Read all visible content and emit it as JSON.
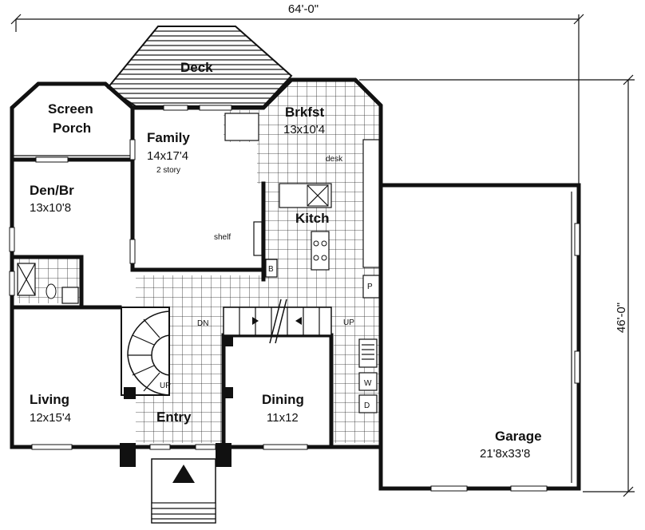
{
  "dimensions": {
    "width": "64'-0\"",
    "depth": "46'-0\""
  },
  "rooms": {
    "deck": {
      "name": "Deck"
    },
    "screen_porch": {
      "name_line1": "Screen",
      "name_line2": "Porch"
    },
    "family": {
      "name": "Family",
      "size": "14x17'4",
      "note": "2 story"
    },
    "brkfst": {
      "name": "Brkfst",
      "size": "13x10'4"
    },
    "den": {
      "name": "Den/Br",
      "size": "13x10'8"
    },
    "kitchen": {
      "name": "Kitch"
    },
    "living": {
      "name": "Living",
      "size": "12x15'4"
    },
    "entry": {
      "name": "Entry"
    },
    "dining": {
      "name": "Dining",
      "size": "11x12"
    },
    "garage": {
      "name": "Garage",
      "size": "21'8x33'8"
    }
  },
  "annotations": {
    "desk": "desk",
    "shelf": "shelf",
    "b": "B",
    "p": "P",
    "w": "W",
    "d": "D",
    "dn": "DN",
    "up_hall": "UP",
    "up_stair": "UP"
  },
  "colors": {
    "line": "#111111",
    "background": "#ffffff"
  }
}
